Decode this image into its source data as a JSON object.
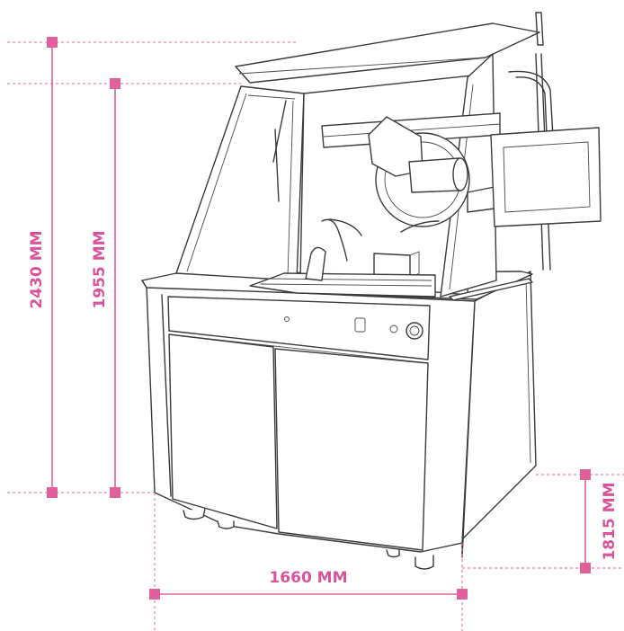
{
  "dimensions": {
    "overall_height": "2430 MM",
    "hood_height": "1955 MM",
    "width": "1660 MM",
    "depth": "1815 MM"
  },
  "colors": {
    "accent": "#e0609c",
    "line": "#3a3a3a",
    "background": "#ffffff"
  }
}
